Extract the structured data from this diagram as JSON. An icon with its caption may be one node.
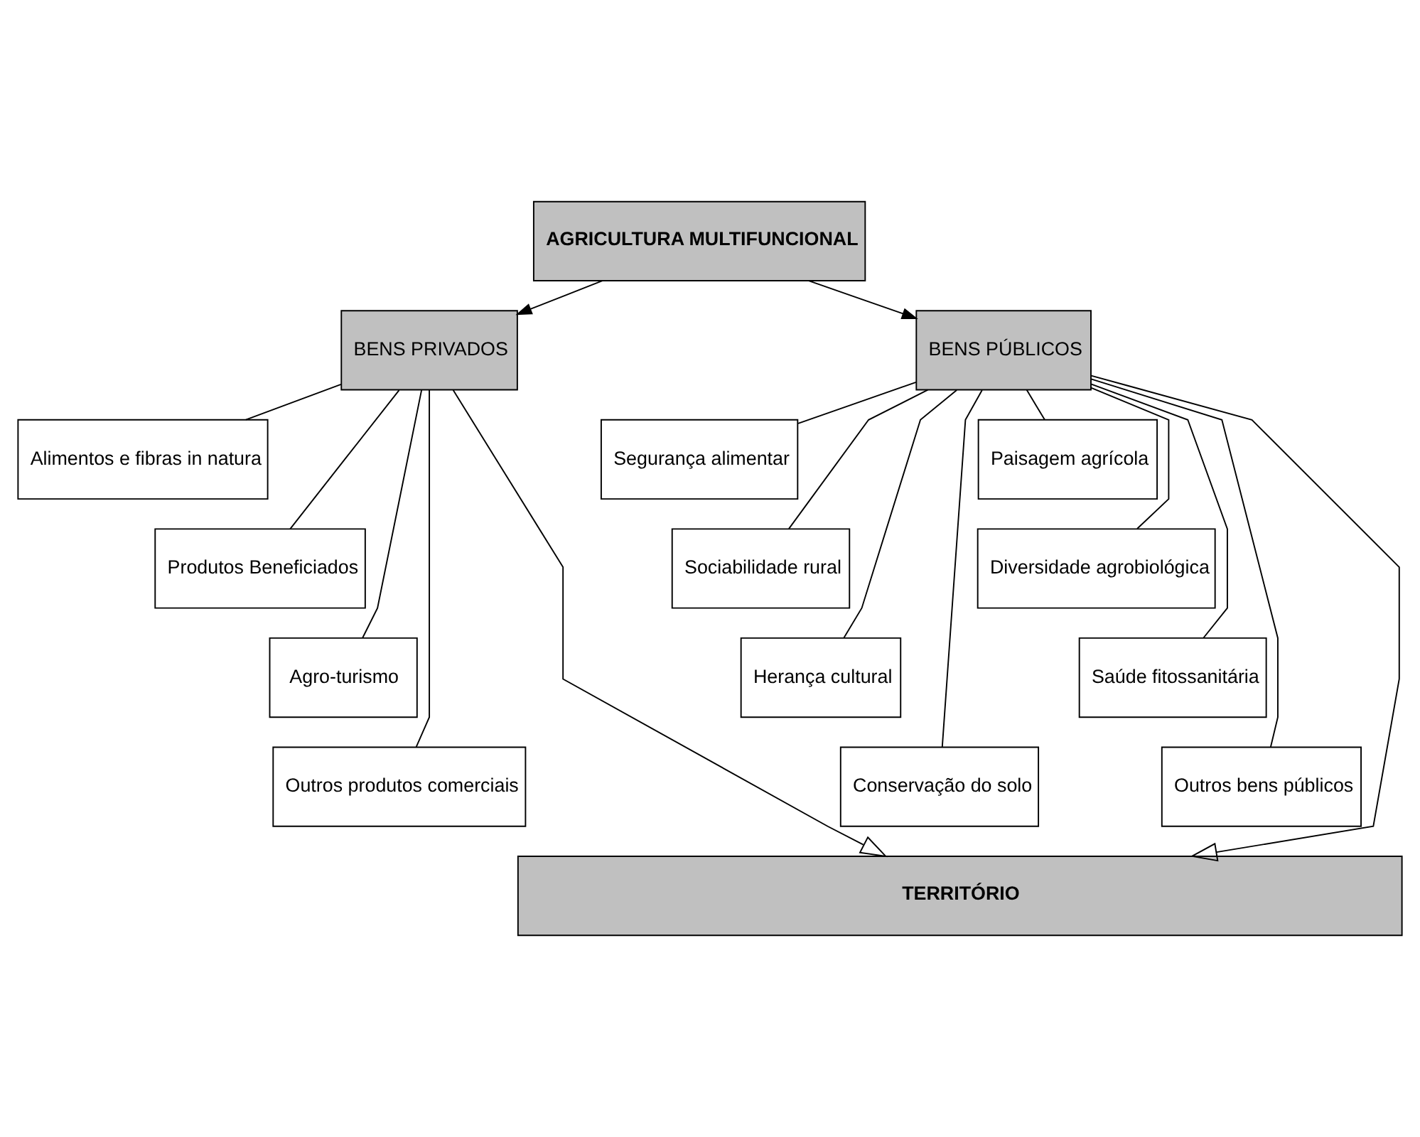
{
  "diagram": {
    "nodes": [
      {
        "text": [
          "AGRICULTURA MULTIFUNCIONAL"
        ]
      },
      {
        "text": [
          "BENS PRIVADOS"
        ]
      },
      {
        "text": [
          "BENS PÚBLICOS"
        ]
      },
      {
        "text": [
          "Alimentos e fibras in natura"
        ]
      },
      {
        "text": [
          "Produtos Beneficiados"
        ]
      },
      {
        "text": [
          "Agro-turismo"
        ]
      },
      {
        "text": [
          "Outros produtos comerciais"
        ]
      },
      {
        "text": [
          "Segurança alimentar"
        ]
      },
      {
        "text": [
          "Sociabilidade rural"
        ]
      },
      {
        "text": [
          "Herança cultural"
        ]
      },
      {
        "text": [
          "Conservação do solo"
        ]
      },
      {
        "text": [
          "Paisagem agrícola"
        ]
      },
      {
        "text": [
          "Diversidade agrobiológica"
        ]
      },
      {
        "text": [
          "Saúde fitossanitária"
        ]
      },
      {
        "text": [
          "Outros bens públicos"
        ]
      },
      {
        "text": [
          "TERRITÓRIO"
        ]
      }
    ],
    "edges": [
      {
        "from": 0,
        "to": 1,
        "arrow": "to"
      },
      {
        "from": 0,
        "to": 2,
        "arrow": "to"
      },
      {
        "from": 1,
        "to": 3,
        "arrow": "none"
      },
      {
        "from": 1,
        "to": 4,
        "arrow": "none"
      },
      {
        "from": 1,
        "to": 5,
        "arrow": "none"
      },
      {
        "from": 1,
        "to": 6,
        "arrow": "none"
      },
      {
        "from": 2,
        "to": 7,
        "arrow": "none"
      },
      {
        "from": 2,
        "to": 8,
        "arrow": "none"
      },
      {
        "from": 2,
        "to": 9,
        "arrow": "none"
      },
      {
        "from": 2,
        "to": 10,
        "arrow": "none"
      },
      {
        "from": 2,
        "to": 11,
        "arrow": "none"
      },
      {
        "from": 2,
        "to": 12,
        "arrow": "none"
      },
      {
        "from": 2,
        "to": 13,
        "arrow": "none"
      },
      {
        "from": 2,
        "to": 14,
        "arrow": "none"
      },
      {
        "from": 1,
        "to": 15,
        "arrow": "to"
      },
      {
        "from": 2,
        "to": 15,
        "arrow": "to"
      }
    ]
  }
}
